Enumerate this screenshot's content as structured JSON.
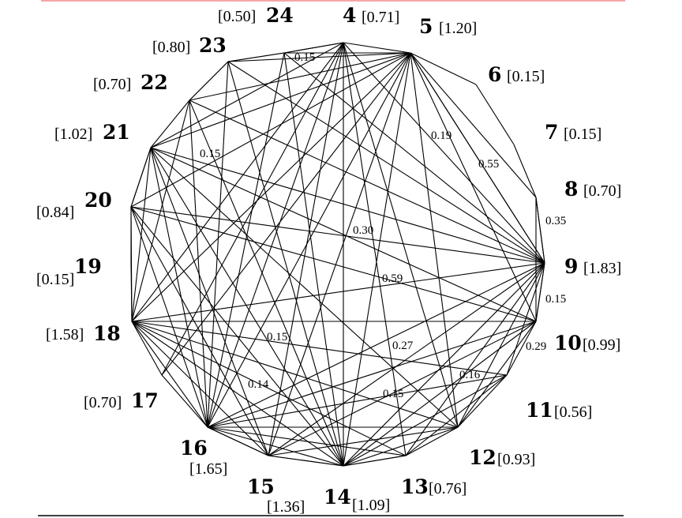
{
  "colors": {
    "top_rule": "#f4a6a6",
    "bottom_rule": "#000000",
    "edge": "#000000"
  },
  "nodes": [
    {
      "id": "4",
      "weight": "[0.71]"
    },
    {
      "id": "5",
      "weight": "[1.20]"
    },
    {
      "id": "6",
      "weight": "[0.15]"
    },
    {
      "id": "7",
      "weight": "[0.15]"
    },
    {
      "id": "8",
      "weight": "[0.70]"
    },
    {
      "id": "9",
      "weight": "[1.83]"
    },
    {
      "id": "10",
      "weight": "[0.99]"
    },
    {
      "id": "11",
      "weight": "[0.56]"
    },
    {
      "id": "12",
      "weight": "[0.93]"
    },
    {
      "id": "13",
      "weight": "[0.76]"
    },
    {
      "id": "14",
      "weight": "[1.09]"
    },
    {
      "id": "15",
      "weight": "[1.36]"
    },
    {
      "id": "16",
      "weight": "[1.65]"
    },
    {
      "id": "17",
      "weight": "[0.70]"
    },
    {
      "id": "18",
      "weight": "[1.58]"
    },
    {
      "id": "19",
      "weight": "[0.15]"
    },
    {
      "id": "20",
      "weight": "[0.84]"
    },
    {
      "id": "21",
      "weight": "[1.02]"
    },
    {
      "id": "22",
      "weight": "[0.70]"
    },
    {
      "id": "23",
      "weight": "[0.80]"
    },
    {
      "id": "24",
      "weight": "[0.50]"
    }
  ],
  "edges": [
    [
      "4",
      "14"
    ],
    [
      "4",
      "16"
    ],
    [
      "4",
      "18"
    ],
    [
      "4",
      "21"
    ],
    [
      "4",
      "9"
    ],
    [
      "4",
      "12"
    ],
    [
      "4",
      "13"
    ],
    [
      "4",
      "15"
    ],
    [
      "4",
      "17"
    ],
    [
      "5",
      "16"
    ],
    [
      "5",
      "18"
    ],
    [
      "5",
      "14"
    ],
    [
      "5",
      "21"
    ],
    [
      "5",
      "9"
    ],
    [
      "5",
      "10"
    ],
    [
      "5",
      "12"
    ],
    [
      "5",
      "20"
    ],
    [
      "5",
      "22"
    ],
    [
      "5",
      "23"
    ],
    [
      "5",
      "15"
    ],
    [
      "5",
      "17"
    ],
    [
      "24",
      "9"
    ],
    [
      "24",
      "14"
    ],
    [
      "24",
      "16"
    ],
    [
      "24",
      "23"
    ],
    [
      "24",
      "4"
    ],
    [
      "24",
      "5"
    ],
    [
      "23",
      "9"
    ],
    [
      "23",
      "14"
    ],
    [
      "23",
      "16"
    ],
    [
      "23",
      "22"
    ],
    [
      "22",
      "9"
    ],
    [
      "22",
      "14"
    ],
    [
      "22",
      "16"
    ],
    [
      "22",
      "18"
    ],
    [
      "21",
      "9"
    ],
    [
      "21",
      "10"
    ],
    [
      "21",
      "14"
    ],
    [
      "21",
      "16"
    ],
    [
      "21",
      "18"
    ],
    [
      "21",
      "20"
    ],
    [
      "21",
      "12"
    ],
    [
      "21",
      "15"
    ],
    [
      "20",
      "9"
    ],
    [
      "20",
      "16"
    ],
    [
      "20",
      "14"
    ],
    [
      "20",
      "18"
    ],
    [
      "20",
      "10"
    ],
    [
      "20",
      "15"
    ],
    [
      "18",
      "9"
    ],
    [
      "18",
      "10"
    ],
    [
      "18",
      "14"
    ],
    [
      "18",
      "16"
    ],
    [
      "18",
      "12"
    ],
    [
      "18",
      "15"
    ],
    [
      "18",
      "11"
    ],
    [
      "18",
      "13"
    ],
    [
      "16",
      "9"
    ],
    [
      "16",
      "10"
    ],
    [
      "16",
      "12"
    ],
    [
      "16",
      "14"
    ],
    [
      "16",
      "15"
    ],
    [
      "16",
      "11"
    ],
    [
      "16",
      "13"
    ],
    [
      "14",
      "9"
    ],
    [
      "14",
      "10"
    ],
    [
      "14",
      "12"
    ],
    [
      "14",
      "15"
    ],
    [
      "14",
      "11"
    ],
    [
      "14",
      "13"
    ],
    [
      "15",
      "9"
    ],
    [
      "15",
      "12"
    ],
    [
      "15",
      "10"
    ],
    [
      "12",
      "9"
    ],
    [
      "12",
      "10"
    ],
    [
      "11",
      "9"
    ],
    [
      "10",
      "9"
    ],
    [
      "13",
      "9"
    ],
    [
      "13",
      "11"
    ],
    [
      "8",
      "9"
    ],
    [
      "8",
      "5"
    ],
    [
      "8",
      "10"
    ],
    [
      "9",
      "5"
    ]
  ],
  "edge_weights": [
    "0.15",
    "0.15",
    "0.19",
    "0.55",
    "0.35",
    "0.30",
    "0.59",
    "0.15",
    "0.15",
    "0.27",
    "0.29",
    "0.14",
    "0.16",
    "0.15"
  ]
}
